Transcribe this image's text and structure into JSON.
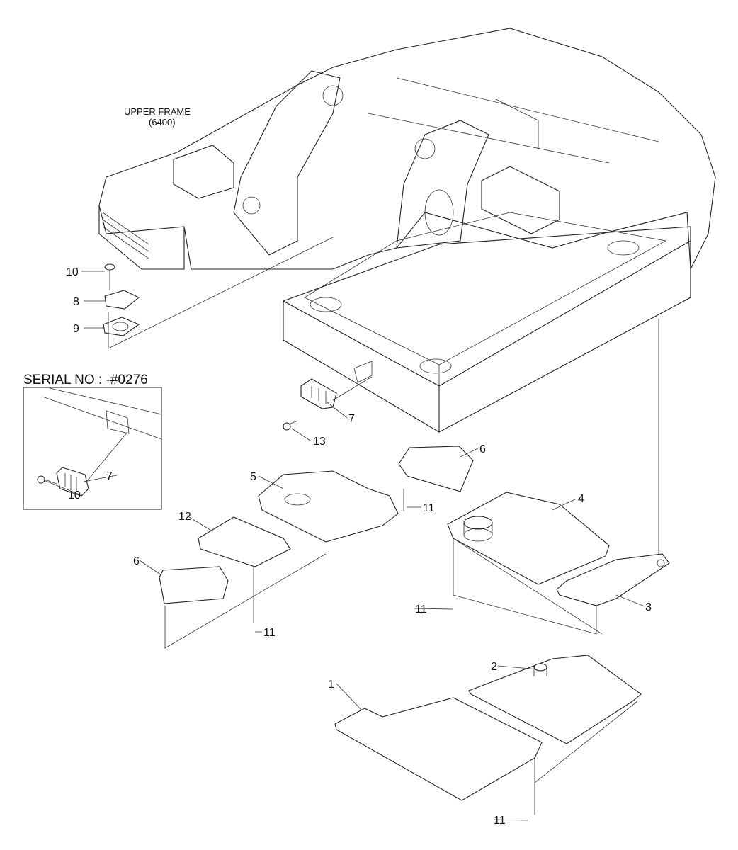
{
  "diagram": {
    "upper_frame_label": "UPPER FRAME",
    "upper_frame_code": "(6400)",
    "inset": {
      "title": "SERIAL NO : -#0276",
      "callouts": [
        "7",
        "10"
      ]
    },
    "callouts": [
      {
        "part": "10"
      },
      {
        "part": "8"
      },
      {
        "part": "9"
      },
      {
        "part": "7"
      },
      {
        "part": "13"
      },
      {
        "part": "6"
      },
      {
        "part": "11"
      },
      {
        "part": "5"
      },
      {
        "part": "12"
      },
      {
        "part": "4"
      },
      {
        "part": "6"
      },
      {
        "part": "11"
      },
      {
        "part": "3"
      },
      {
        "part": "11"
      },
      {
        "part": "2"
      },
      {
        "part": "1"
      },
      {
        "part": "11"
      }
    ]
  }
}
